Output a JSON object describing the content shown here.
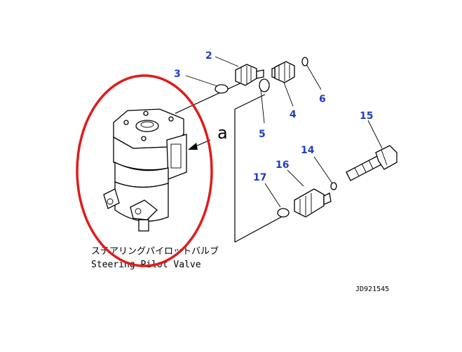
{
  "callouts": {
    "c2": "2",
    "c3": "3",
    "c4": "4",
    "c5": "5",
    "c6": "6",
    "c14": "14",
    "c15": "15",
    "c16": "16",
    "c17": "17"
  },
  "reference_letter": "a",
  "caption": {
    "japanese": "ステアリングパイロットバルブ",
    "english": "Steering Pilot Valve"
  },
  "drawing_code": "JD921545",
  "colors": {
    "callout": "#1f3fbf",
    "highlight_ellipse": "#e01b1b",
    "line": "#000000"
  }
}
